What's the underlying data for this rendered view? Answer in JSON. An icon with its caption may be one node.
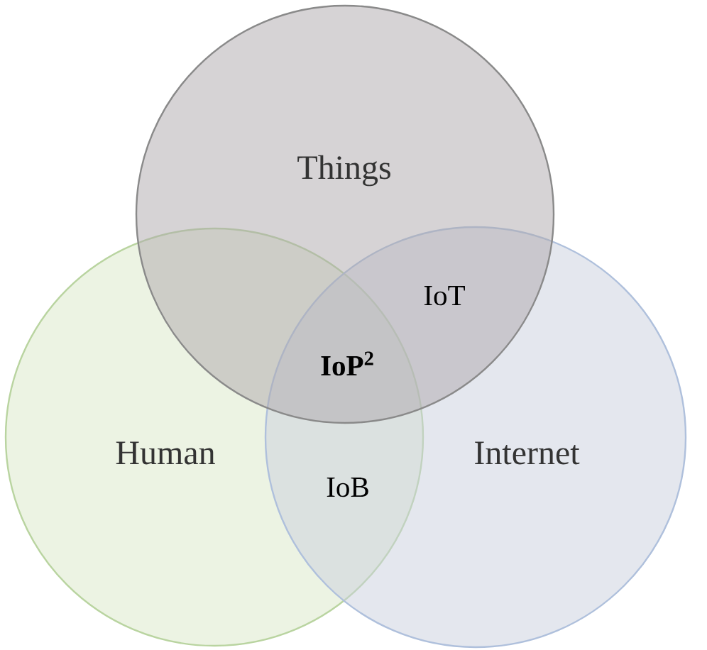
{
  "diagram": {
    "nodes": [
      {
        "text": [
          "Things"
        ]
      },
      {
        "text": [
          "Human"
        ]
      },
      {
        "text": [
          "Internet"
        ]
      }
    ],
    "labels": [
      "IoT",
      "IoP$^{2}$",
      "IoB"
    ]
  }
}
